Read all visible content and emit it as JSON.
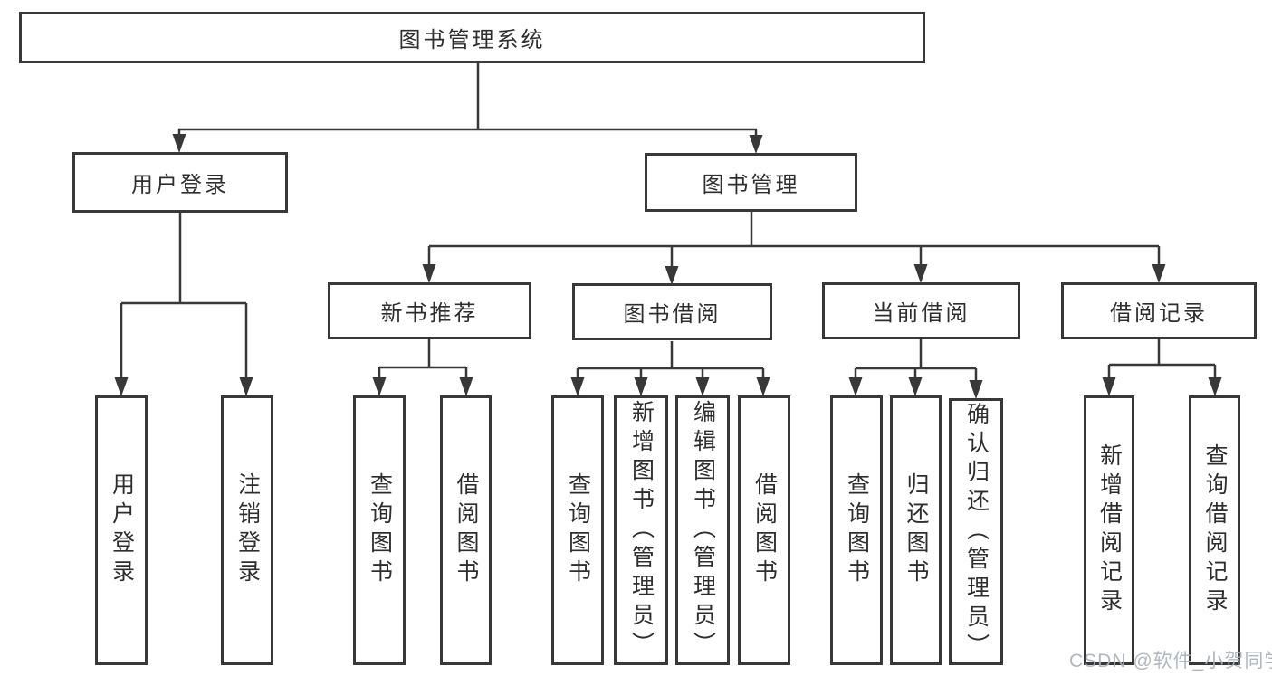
{
  "tree": {
    "label": "图书管理系统",
    "children": [
      {
        "label": "用户登录",
        "children": [
          {
            "label": "用户登录"
          },
          {
            "label": "注销登录"
          }
        ]
      },
      {
        "label": "图书管理",
        "children": [
          {
            "label": "新书推荐",
            "children": [
              {
                "label": "查询图书"
              },
              {
                "label": "借阅图书"
              }
            ]
          },
          {
            "label": "图书借阅",
            "children": [
              {
                "label": "查询图书"
              },
              {
                "label": "新增图书（管理员）"
              },
              {
                "label": "编辑图书（管理员）"
              },
              {
                "label": "借阅图书"
              }
            ]
          },
          {
            "label": "当前借阅",
            "children": [
              {
                "label": "查询图书"
              },
              {
                "label": "归还图书"
              },
              {
                "label": "确认归还（管理员）"
              }
            ]
          },
          {
            "label": "借阅记录",
            "children": [
              {
                "label": "新增借阅记录"
              },
              {
                "label": "查询借阅记录"
              }
            ]
          }
        ]
      }
    ]
  },
  "watermark": {
    "text": "CSDN @软件_小贺同学"
  },
  "colors": {
    "line": "#383838",
    "box_border": "#383838",
    "box_fill": "#ffffff",
    "text": "#2e2e2e",
    "watermark": "#aab1b9"
  }
}
